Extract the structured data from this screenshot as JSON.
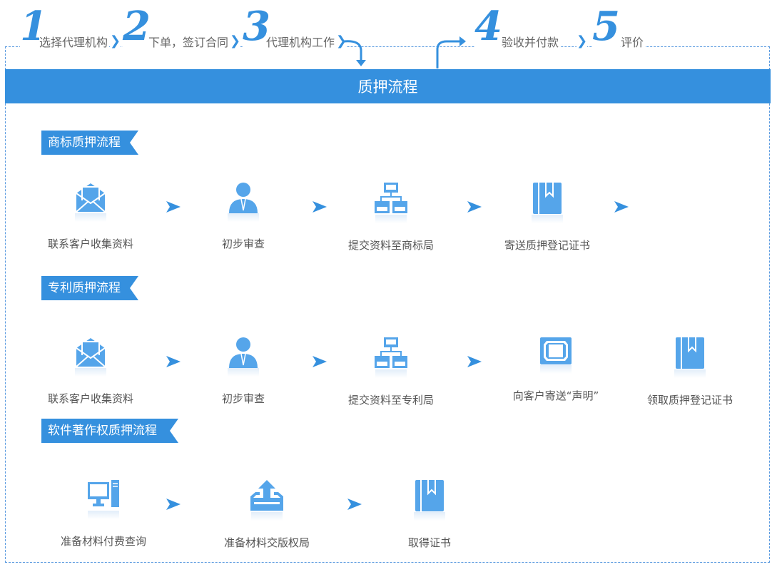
{
  "steps": [
    {
      "num": "1",
      "label": "选择代理机构"
    },
    {
      "num": "2",
      "label": "下单，签订合同"
    },
    {
      "num": "3",
      "label": "代理机构工作"
    },
    {
      "num": "4",
      "label": "验收并付款"
    },
    {
      "num": "5",
      "label": "评价"
    }
  ],
  "title": "质押流程",
  "accent": "#3590de",
  "sections": [
    {
      "title": "商标质押流程",
      "items": [
        {
          "icon": "envelope-icon",
          "label": "联系客户收集资料"
        },
        {
          "icon": "person-icon",
          "label": "初步审查"
        },
        {
          "icon": "sitemap-icon",
          "label": "提交资料至商标局"
        },
        {
          "icon": "book-icon",
          "label": "寄送质押登记证书"
        }
      ]
    },
    {
      "title": "专利质押流程",
      "items": [
        {
          "icon": "envelope-icon",
          "label": "联系客户收集资料"
        },
        {
          "icon": "person-icon",
          "label": "初步审查"
        },
        {
          "icon": "sitemap-icon",
          "label": "提交资料至专利局"
        },
        {
          "icon": "frame-icon",
          "label": "向客户寄送“声明”"
        },
        {
          "icon": "book-icon",
          "label": "领取质押登记证书"
        }
      ]
    },
    {
      "title": "软件著作权质押流程",
      "items": [
        {
          "icon": "computer-icon",
          "label": "准备材料付费查询"
        },
        {
          "icon": "upload-tray-icon",
          "label": "准备材料交版权局"
        },
        {
          "icon": "book-icon",
          "label": "取得证书"
        }
      ]
    }
  ]
}
